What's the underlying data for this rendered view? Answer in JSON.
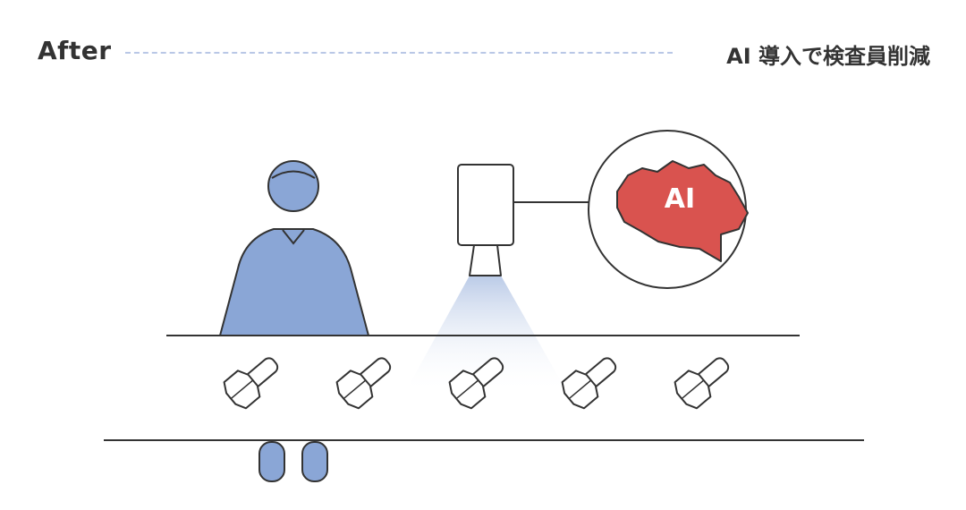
{
  "header": {
    "title": "After",
    "note": "AI 導入で検査員削減"
  },
  "diagram": {
    "brain_label": "AI",
    "bolt_count": 5
  },
  "colors": {
    "worker": "#8aa6d6",
    "stroke": "#333333",
    "ai_brain": "#d9534f",
    "beam": "#c6d4ec",
    "divider": "#b9c7e6"
  }
}
